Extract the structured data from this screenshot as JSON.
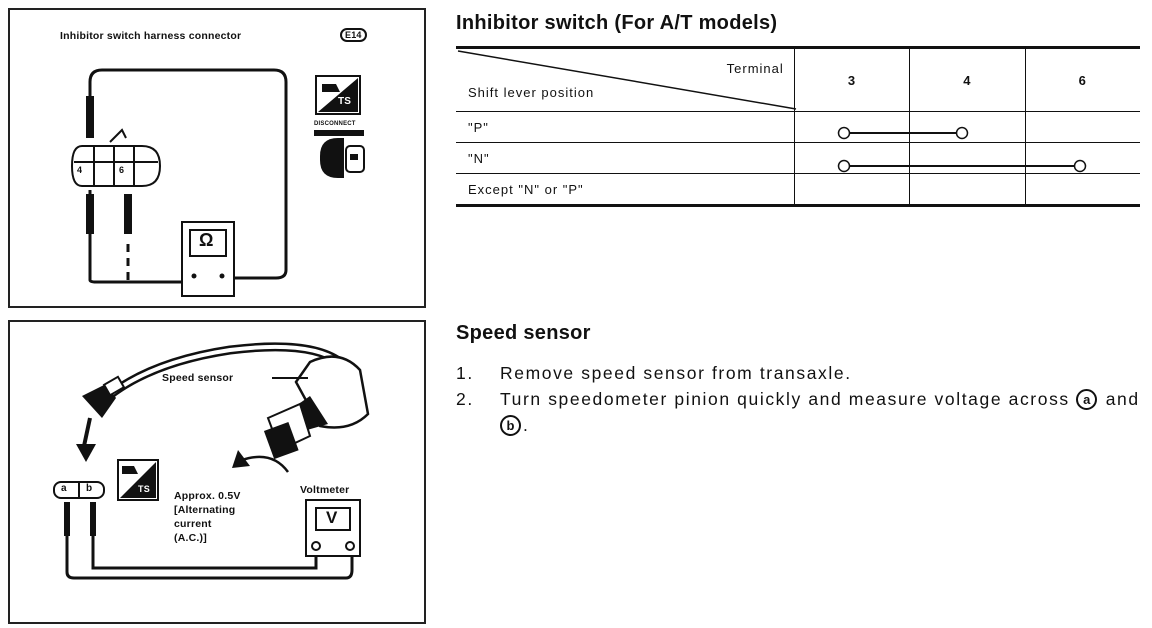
{
  "figure1": {
    "caption": "Inhibitor switch harness connector",
    "connector_badge": "E14",
    "pins": [
      "4",
      "6"
    ],
    "meter_symbol": "Ω",
    "ts_label": "TS",
    "disconnect_label": "DISCONNECT"
  },
  "figure2": {
    "sensor_label": "Speed sensor",
    "terminal_a": "a",
    "terminal_b": "b",
    "ts_label": "TS",
    "approx_lines": [
      "Approx. 0.5V",
      "[Alternating",
      "current",
      "(A.C.)]"
    ],
    "voltmeter_label": "Voltmeter",
    "meter_symbol": "V"
  },
  "inhibitor": {
    "title": "Inhibitor switch (For A/T models)",
    "header_terminal": "Terminal",
    "header_position": "Shift lever position",
    "terminals": [
      "3",
      "4",
      "6"
    ],
    "rows": [
      {
        "position": "\"P\"",
        "connected": [
          "3",
          "4"
        ]
      },
      {
        "position": "\"N\"",
        "connected": [
          "3",
          "6"
        ]
      },
      {
        "position": "Except \"N\" or \"P\"",
        "connected": []
      }
    ]
  },
  "speed_sensor": {
    "title": "Speed sensor",
    "steps": [
      {
        "num": "1.",
        "text": "Remove speed sensor from transaxle."
      },
      {
        "num": "2.",
        "pre": "Turn speedometer pinion quickly and measure voltage across",
        "a": "a",
        "mid": "and",
        "b": "b",
        "post": "."
      }
    ]
  }
}
